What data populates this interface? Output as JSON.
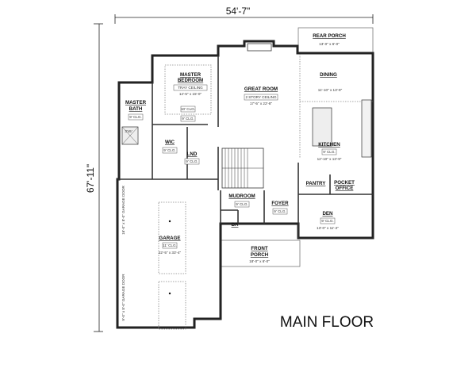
{
  "dimensions": {
    "width": "54'-7\"",
    "depth": "67'-11\""
  },
  "title": "MAIN FLOOR",
  "rooms": {
    "rear_porch": {
      "name": "REAR PORCH",
      "size": "13'-0\" x 6'-0\""
    },
    "master_bedroom": {
      "name1": "MASTER",
      "name2": "BEDROOM",
      "ceiling": "TRAY CEILING",
      "size": "14'-5\" x 15'-0\""
    },
    "great_room": {
      "name": "GREAT ROOM",
      "ceiling": "2 STORY CEILING",
      "size": "17'-5\" x 22'-8\""
    },
    "dining": {
      "name": "DINING",
      "size": "11'-10\" x 13'-9\""
    },
    "master_bath": {
      "name1": "MASTER",
      "name2": "BATH",
      "ceiling": "9' CLG."
    },
    "closet_ceiling": {
      "upper": "10' CLG.",
      "lower": "9' CLG."
    },
    "shower": {
      "size": "3'x5'"
    },
    "wic": {
      "name": "WIC",
      "ceiling": "9' CLG."
    },
    "lnd": {
      "name": "LND",
      "ceiling": "9' CLG."
    },
    "kitchen": {
      "name": "KITCHEN",
      "ceiling": "9' CLG.",
      "size": "12'-10\" x 13'-9\""
    },
    "pantry": {
      "name": "PANTRY"
    },
    "pocket_office": {
      "name1": "POCKET",
      "name2": "OFFICE"
    },
    "mudroom": {
      "name": "MUDROOM",
      "ceiling": "9' CLG."
    },
    "foyer": {
      "name": "FOYER",
      "ceiling": "9' CLG."
    },
    "den": {
      "name": "DEN",
      "ceiling": "9' CLG.",
      "size": "13'-0\" x 11'-2\""
    },
    "ba": {
      "name": "BA"
    },
    "front_porch": {
      "name1": "FRONT",
      "name2": "PORCH",
      "size": "18'-0\" x 6'-0\""
    },
    "garage": {
      "name": "GARAGE",
      "ceiling": "11' CLG.",
      "size": "22'-5\" x 33'-4\"",
      "door1": "16'-0\" x 8'-0\" GARAGE DOOR",
      "door2": "9'-0\" x 8'-0\" GARAGE DOOR"
    }
  }
}
